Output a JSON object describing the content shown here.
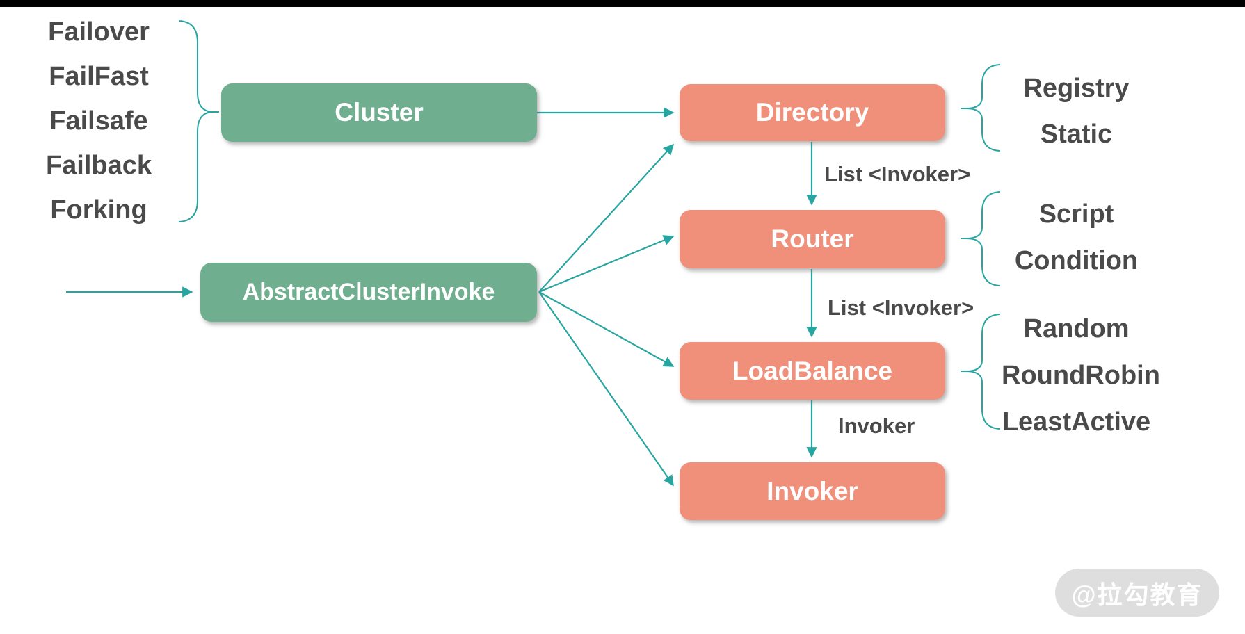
{
  "page": {
    "top_bar_color": "#000000",
    "background_color": "#ffffff"
  },
  "colors": {
    "green_node": "#6FAE8F",
    "salmon_node": "#F1907A",
    "connector_teal": "#27A5A0",
    "label_gray": "#4A4A4A",
    "node_text": "#FFFFFF",
    "watermark_bg": "#DEDEDE",
    "watermark_text": "#FFFFFF"
  },
  "diagram": {
    "cluster_strategies": [
      "Failover",
      "FailFast",
      "Failsafe",
      "Failback",
      "Forking"
    ],
    "nodes": {
      "cluster": {
        "label": "Cluster"
      },
      "abstract_cluster_invoke": {
        "label": "AbstractClusterInvoke"
      },
      "directory": {
        "label": "Directory"
      },
      "router": {
        "label": "Router"
      },
      "load_balance": {
        "label": "LoadBalance"
      },
      "invoker": {
        "label": "Invoker"
      }
    },
    "edge_labels": {
      "directory_to_router": "List <Invoker>",
      "router_to_load_balance": "List <Invoker>",
      "load_balance_to_invoker": "Invoker"
    },
    "directory_types": [
      "Registry",
      "Static"
    ],
    "router_types": [
      "Script",
      "Condition"
    ],
    "load_balance_types": [
      "Random",
      "RoundRobin",
      "LeastActive"
    ]
  },
  "watermark": {
    "text": "@拉勾教育"
  }
}
